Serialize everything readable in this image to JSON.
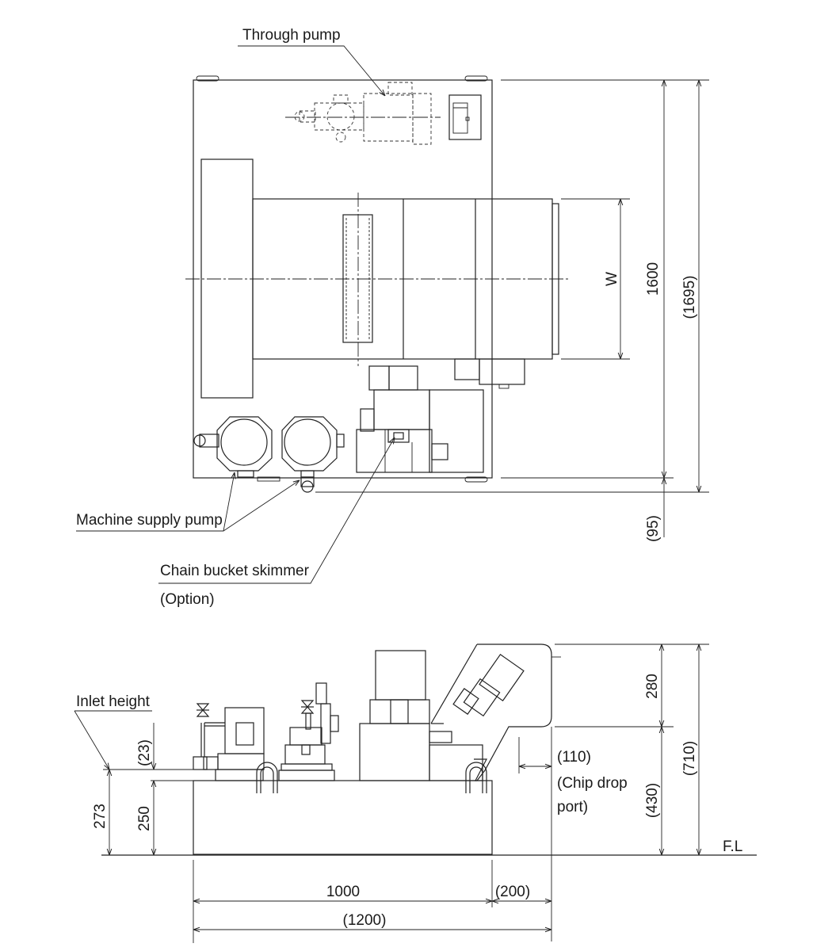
{
  "labels": {
    "through_pump": "Through pump",
    "machine_supply_pump": "Machine supply pump",
    "chain_bucket_skimmer": "Chain bucket skimmer",
    "option": "(Option)",
    "inlet_height": "Inlet height",
    "chip_drop_110": "(110)",
    "chip_drop_port_1": "(Chip drop",
    "chip_drop_port_2": "port)",
    "floor_level": "F.L"
  },
  "dimensions": {
    "width_w": "W",
    "depth_1600": "1600",
    "depth_1695": "(1695)",
    "offset_95": "(95)",
    "height_280": "280",
    "height_430": "(430)",
    "height_710": "(710)",
    "inlet_23": "(23)",
    "inlet_273": "273",
    "tank_250": "250",
    "length_1000": "1000",
    "length_200": "(200)",
    "length_1200": "(1200)"
  }
}
